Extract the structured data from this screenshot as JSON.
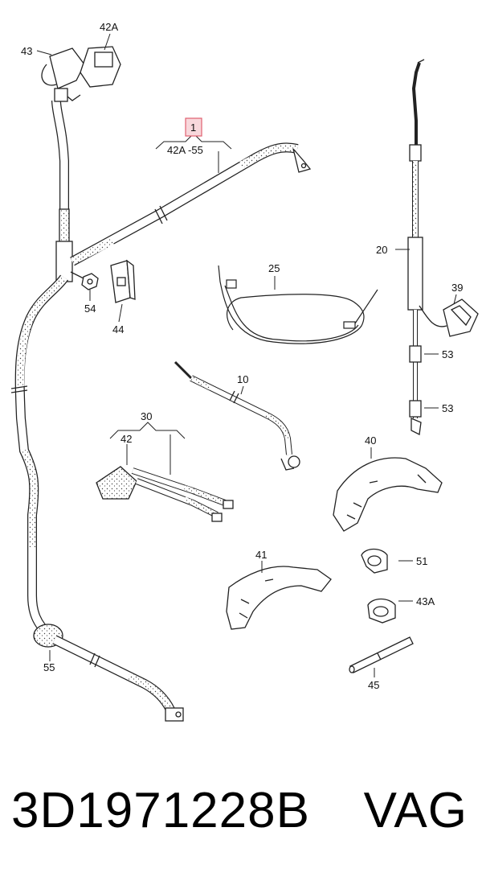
{
  "diagram": {
    "labels": {
      "l43": "43",
      "l42A_top": "42A",
      "l1": "1",
      "range": "42A -55",
      "l20": "20",
      "l25": "25",
      "l39": "39",
      "l53a": "53",
      "l53b": "53",
      "l54": "54",
      "l44": "44",
      "l10": "10",
      "l30": "30",
      "l42": "42",
      "l40": "40",
      "l41": "41",
      "l51": "51",
      "l43A": "43A",
      "l45": "45",
      "l55": "55"
    },
    "highlight_color": "#e06070"
  },
  "caption": {
    "part_number": "3D1971228B",
    "brand": "VAG"
  }
}
